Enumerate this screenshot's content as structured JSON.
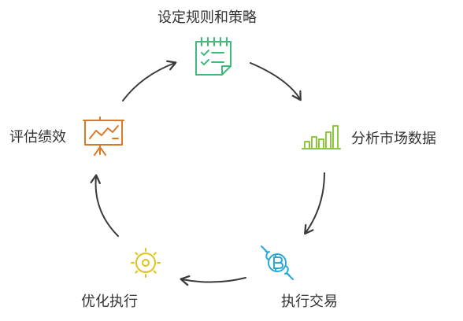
{
  "steps": [
    {
      "id": "rules",
      "label": "设定规则和策略",
      "icon": "checklist-icon",
      "color": "#3dbb7a"
    },
    {
      "id": "analyze",
      "label": "分析市场数据",
      "icon": "bar-chart-icon",
      "color": "#8dc63f"
    },
    {
      "id": "trade",
      "label": "执行交易",
      "icon": "bitcoin-handshake-icon",
      "color": "#27a8d6"
    },
    {
      "id": "optimize",
      "label": "优化执行",
      "icon": "gear-sun-icon",
      "color": "#e0c21b"
    },
    {
      "id": "evaluate",
      "label": "评估绩效",
      "icon": "presentation-chart-icon",
      "color": "#d97a2b"
    }
  ],
  "connector_color": "#3a3a3a"
}
